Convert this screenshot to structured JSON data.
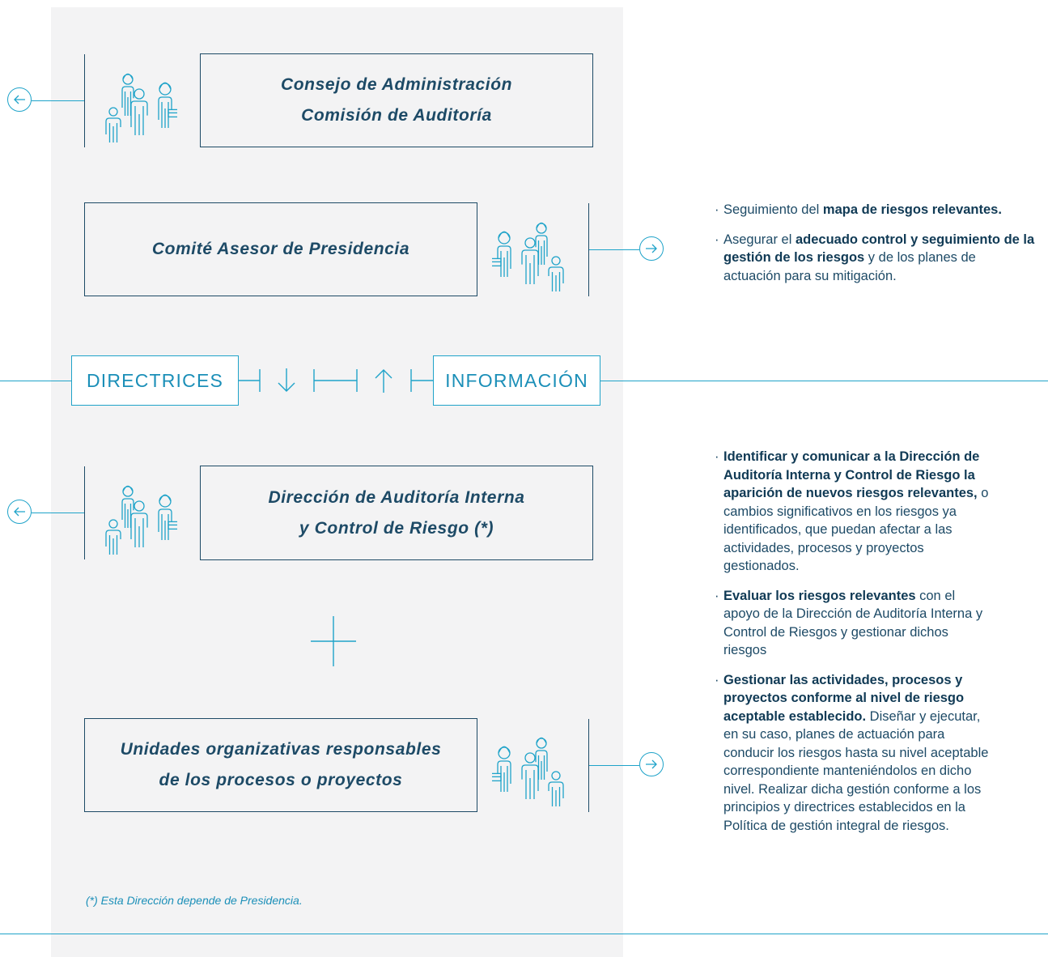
{
  "boxes": {
    "consejo": {
      "line1": "Consejo de Administración",
      "line2": "Comisión de Auditoría"
    },
    "comite": {
      "line1": "Comité Asesor de Presidencia"
    },
    "direccion": {
      "line1": "Dirección de Auditoría Interna",
      "line2": "y Control de Riesgo (*)"
    },
    "unidades": {
      "line1": "Unidades organizativas responsables",
      "line2": "de los procesos o proyectos"
    }
  },
  "flow": {
    "left_label": "DIRECTRICES",
    "right_label": "INFORMACIÓN"
  },
  "footnote": "(*) Esta Dirección depende de Presidencia.",
  "bullets_top": [
    {
      "parts": [
        {
          "t": "Seguimiento del ",
          "b": false
        },
        {
          "t": "mapa de riesgos relevantes.",
          "b": true
        }
      ]
    },
    {
      "parts": [
        {
          "t": "Asegurar el ",
          "b": false
        },
        {
          "t": "adecuado control y seguimiento de la gestión de los riesgos",
          "b": true
        },
        {
          "t": " y de los planes de actuación para su mitigación.",
          "b": false
        }
      ]
    }
  ],
  "bullets_bottom": [
    {
      "parts": [
        {
          "t": "Identificar y comunicar a la Dirección de Auditoría Interna y Control de Riesgo la aparición de nuevos riesgos relevantes,",
          "b": true
        },
        {
          "t": " o cambios significativos en los riesgos ya identificados, que puedan afectar a las actividades, procesos y proyectos gestionados.",
          "b": false
        }
      ]
    },
    {
      "parts": [
        {
          "t": "Evaluar los riesgos relevantes",
          "b": true
        },
        {
          "t": " con el apoyo de la Dirección de Auditoría Interna y Control de Riesgos y gestionar dichos riesgos",
          "b": false
        }
      ]
    },
    {
      "parts": [
        {
          "t": "Gestionar las actividades, procesos y proyectos conforme al nivel de riesgo aceptable establecido.",
          "b": true
        },
        {
          "t": " Diseñar y ejecutar, en su caso, planes de actuación para conducir los riesgos hasta su nivel aceptable correspondiente manteniéndolos en dicho nivel. Realizar dicha gestión conforme a los principios y directrices establecidos en la Política de gestión integral de riesgos.",
          "b": false
        }
      ]
    }
  ],
  "colors": {
    "accent": "#1fa3c9",
    "navy": "#1d4a66",
    "panel": "#f3f3f4"
  },
  "icons": [
    "people-group-icon",
    "arrow-left-circle-icon",
    "arrow-right-circle-icon",
    "arrow-down-icon",
    "arrow-up-icon",
    "plus-icon"
  ]
}
